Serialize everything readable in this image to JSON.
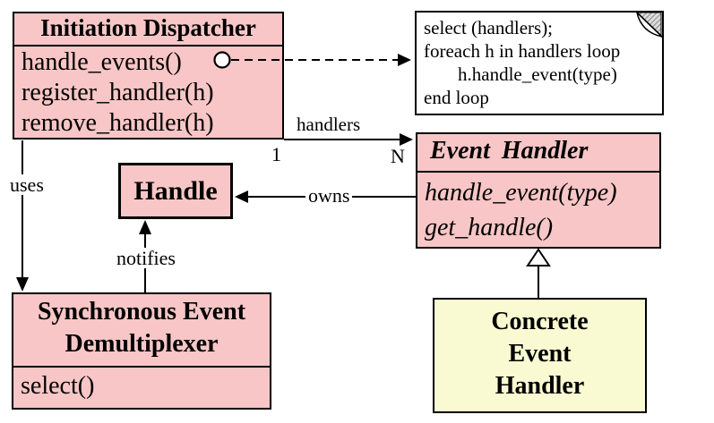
{
  "colors": {
    "class_fill": "#f8c6c6",
    "concrete_fill": "#fafad2",
    "note_fill": "#ffffff",
    "line_color": "#000000",
    "background": "#ffffff"
  },
  "dispatcher": {
    "title": "Initiation Dispatcher",
    "methods": [
      "handle_events()",
      "register_handler(h)",
      "remove_handler(h)"
    ]
  },
  "note": {
    "lines": [
      "select (handlers);",
      "foreach h in handlers loop",
      "h.handle_event(type)",
      "end loop"
    ]
  },
  "event_handler": {
    "title": "Event Handler",
    "methods": [
      "handle_event(type)",
      "get_handle()"
    ]
  },
  "handle": {
    "title": "Handle"
  },
  "demultiplexer": {
    "title_lines": [
      "Synchronous Event",
      "Demultiplexer"
    ],
    "methods": [
      "select()"
    ]
  },
  "concrete_handler": {
    "title_lines": [
      "Concrete",
      "Event",
      "Handler"
    ]
  },
  "relationships": {
    "handlers_label": "handlers",
    "multiplicity_one": "1",
    "multiplicity_n": "N",
    "owns_label": "owns",
    "notifies_label": "notifies",
    "uses_label": "uses"
  }
}
